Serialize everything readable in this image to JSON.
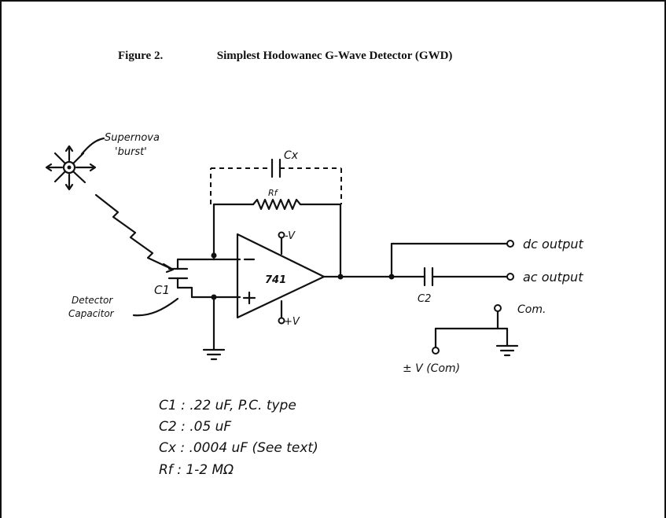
{
  "figure": {
    "number": "Figure 2.",
    "title": "Simplest Hodowanec G-Wave Detector (GWD)"
  },
  "labels": {
    "supernova": "Supernova",
    "burst": "'burst'",
    "cx": "Cx",
    "rf": "Rf",
    "neg_supply": "-V",
    "pos_supply": "+V",
    "opamp": "741",
    "c1": "C1",
    "c2": "C2",
    "detector_line1": "Detector",
    "detector_line2": "Capacitor",
    "dc_output": "dc output",
    "ac_output": "ac output",
    "com": "Com.",
    "supply": "± V (Com)"
  },
  "parts_list": [
    "C1 :  .22 uF, P.C. type",
    "C2 :  .05 uF",
    "Cx : .0004 uF (See text)",
    "Rf :  1-2  MΩ"
  ]
}
